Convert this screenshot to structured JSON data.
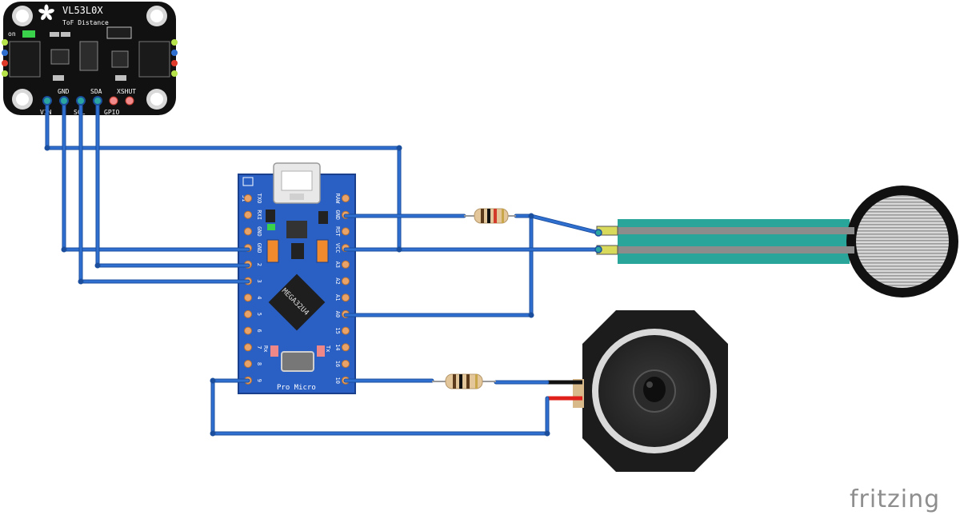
{
  "colors": {
    "wire": "#2f6fd0",
    "wire_edge": "#1b4f9e",
    "board_bg": "#111111",
    "pro_micro_blue": "#2a5fc4",
    "fsr_green": "#2aa59a",
    "fsr_stripe": "#8c8c8c",
    "watermark": "#8e8e8e"
  },
  "sensor": {
    "name": "VL53L0X",
    "subtitle": "ToF Distance",
    "on_label": "on",
    "pin_labels": [
      "VIN",
      "GND",
      "SCL",
      "SDA",
      "XSHUT",
      "GPIO"
    ]
  },
  "pro_micro": {
    "chip": "MEGA32U4",
    "name": "Pro Micro",
    "jumper": "J1",
    "left_pins": [
      "TXO",
      "RXI",
      "GND",
      "GND",
      "2",
      "3",
      "4",
      "5",
      "6",
      "7",
      "8",
      "9"
    ],
    "right_pins": [
      "RAW",
      "GND",
      "RST",
      "VCC",
      "A3",
      "A2",
      "A1",
      "A0",
      "15",
      "14",
      "16",
      "10"
    ],
    "rx_label": "Rx",
    "tx_label": "Tx"
  },
  "watermark": "fritzing"
}
